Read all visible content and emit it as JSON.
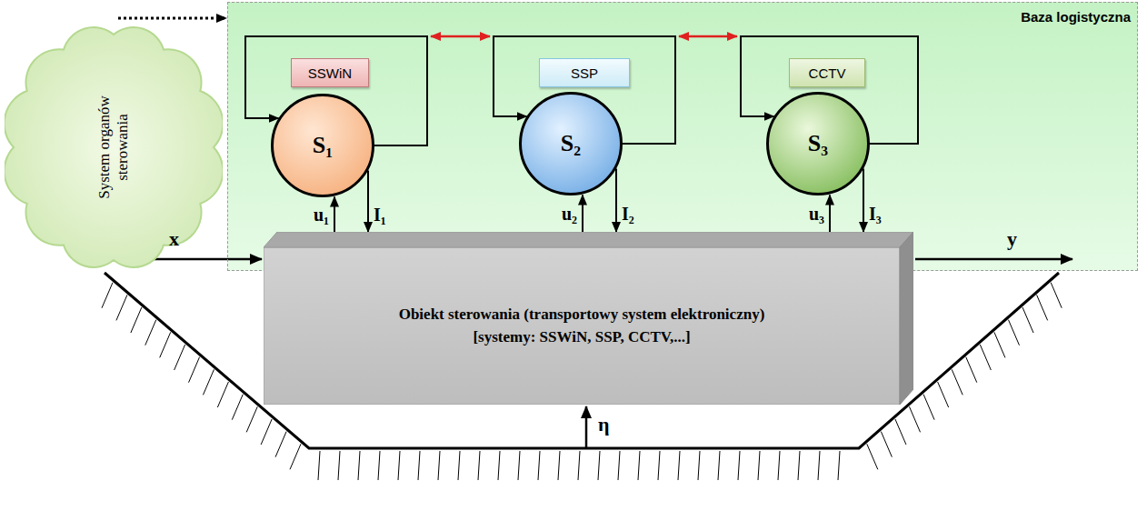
{
  "diagram": {
    "nodes": [
      {
        "text": [
          "System organów sterowania"
        ]
      },
      {
        "text": [
          "Baza logistyczna"
        ]
      },
      {
        "text": [
          "SSWiN"
        ],
        "in": 1
      },
      {
        "text": [
          "S₁"
        ],
        "in": 1
      },
      {
        "text": [
          "SSP"
        ],
        "in": 1
      },
      {
        "text": [
          "S₂"
        ],
        "in": 1
      },
      {
        "text": [
          "CCTV"
        ],
        "in": 1
      },
      {
        "text": [
          "S₃"
        ],
        "in": 1
      },
      {
        "text": [
          "Obiekt sterowania (transportowy system elektroniczny)",
          "[systemy: SSWiN, SSP, CCTV,...]"
        ]
      }
    ],
    "edges": [
      {
        "from": 0,
        "to": 1,
        "arrow": "to"
      },
      {
        "from": 3,
        "to": 3,
        "arrow": "to"
      },
      {
        "from": 5,
        "to": 5,
        "arrow": "to"
      },
      {
        "from": 7,
        "to": 7,
        "arrow": "to"
      },
      {
        "from": 3,
        "to": 5,
        "arrow": "both"
      },
      {
        "from": 5,
        "to": 7,
        "arrow": "both"
      },
      {
        "from": 8,
        "to": 3,
        "arrow": "to",
        "label": "u₁"
      },
      {
        "from": 3,
        "to": 8,
        "arrow": "to",
        "label": "I₁"
      },
      {
        "from": 8,
        "to": 5,
        "arrow": "to",
        "label": "u₂"
      },
      {
        "from": 5,
        "to": 8,
        "arrow": "to",
        "label": "I₂"
      },
      {
        "from": 8,
        "to": 7,
        "arrow": "to",
        "label": "u₃"
      },
      {
        "from": 7,
        "to": 8,
        "arrow": "to",
        "label": "I₃"
      }
    ],
    "labels": [
      "x",
      "y",
      "η"
    ]
  }
}
